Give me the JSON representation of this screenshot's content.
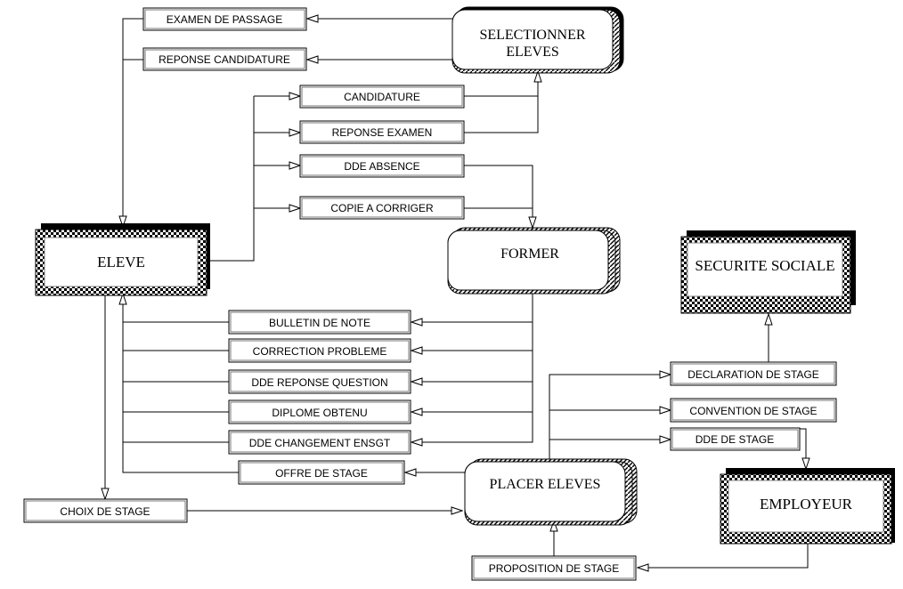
{
  "entities": {
    "eleve": "ELEVE",
    "securite_sociale": "SECURITE SOCIALE",
    "employeur": "EMPLOYEUR"
  },
  "processes": {
    "selectionner": [
      "SELECTIONNER",
      "ELEVES"
    ],
    "former": "FORMER",
    "placer": "PLACER ELEVES"
  },
  "flows": {
    "examen_de_passage": "EXAMEN DE PASSAGE",
    "reponse_candidature": "REPONSE CANDIDATURE",
    "candidature": "CANDIDATURE",
    "reponse_examen": "REPONSE EXAMEN",
    "dde_absence": "DDE ABSENCE",
    "copie_a_corriger": "COPIE A CORRIGER",
    "bulletin_de_note": "BULLETIN DE NOTE",
    "correction_probleme": "CORRECTION PROBLEME",
    "dde_reponse_question": "DDE REPONSE QUESTION",
    "diplome_obtenu": "DIPLOME OBTENU",
    "dde_changement_ensgt": "DDE CHANGEMENT ENSGT",
    "offre_de_stage": "OFFRE DE STAGE",
    "choix_de_stage": "CHOIX DE STAGE",
    "declaration_de_stage": "DECLARATION DE STAGE",
    "convention_de_stage": "CONVENTION DE STAGE",
    "dde_de_stage": "DDE DE STAGE",
    "proposition_de_stage": "PROPOSITION DE STAGE"
  }
}
